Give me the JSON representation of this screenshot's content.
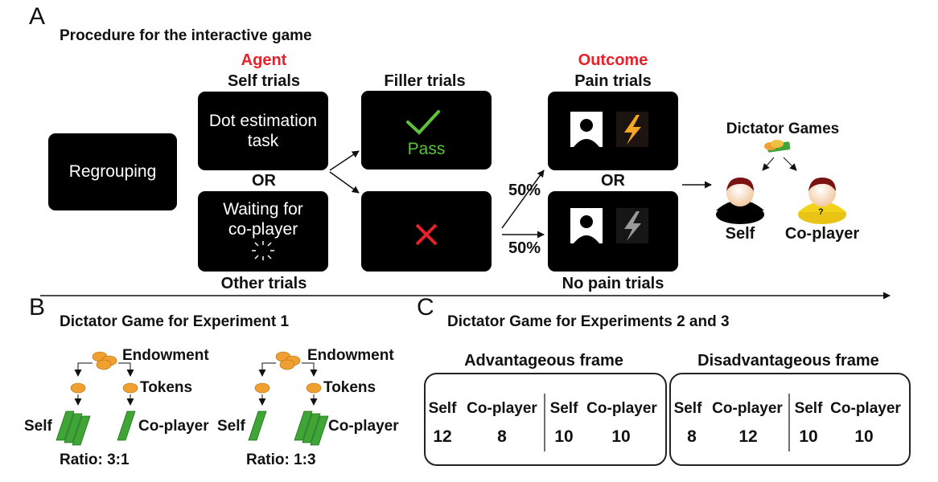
{
  "panel_a": {
    "letter": "A",
    "title": "Procedure for the interactive game",
    "agent_label": "Agent",
    "outcome_label": "Outcome",
    "regrouping": "Regrouping",
    "self_trials": "Self trials",
    "other_trials": "Other trials",
    "dot_task": "Dot estimation task",
    "waiting": "Waiting for co-player",
    "or_1": "OR",
    "or_2": "OR",
    "filler_trials": "Filler trials",
    "pass": "Pass",
    "prob_1": "50%",
    "prob_2": "50%",
    "pain_trials": "Pain trials",
    "no_pain_trials": "No pain trials",
    "dictator_games": "Dictator Games",
    "self": "Self",
    "co_player": "Co-player",
    "question_mark": "?"
  },
  "panel_b": {
    "letter": "B",
    "title": "Dictator Game for Experiment 1",
    "left": {
      "endowment": "Endowment",
      "tokens": "Tokens",
      "self": "Self",
      "co_player": "Co-player",
      "ratio": "Ratio: 3:1"
    },
    "right": {
      "endowment": "Endowment",
      "tokens": "Tokens",
      "self": "Self",
      "co_player": "Co-player",
      "ratio": "Ratio: 1:3"
    }
  },
  "panel_c": {
    "letter": "C",
    "title": "Dictator Game for Experiments 2 and 3",
    "frames": [
      {
        "title": "Advantageous frame",
        "headers": [
          "Self",
          "Co-player",
          "Self",
          "Co-player"
        ],
        "values": [
          "12",
          "8",
          "10",
          "10"
        ]
      },
      {
        "title": "Disadvantageous frame",
        "headers": [
          "Self",
          "Co-player",
          "Self",
          "Co-player"
        ],
        "values": [
          "8",
          "12",
          "10",
          "10"
        ]
      }
    ]
  },
  "colors": {
    "accent_red": "#e8202a",
    "pass_green": "#5cc23a",
    "bill_green": "#3fa535",
    "token_orange": "#f0a030",
    "bolt_orange": "#f5a623",
    "bolt_gray": "#9a9a9a",
    "avatar_yellow": "#f3d21a"
  },
  "icons": [
    "check-icon",
    "cross-icon",
    "spinner-icon",
    "person-silhouette-icon",
    "lightning-bolt-icon",
    "avatar-icon",
    "money-icon",
    "token-icon",
    "bill-icon"
  ]
}
